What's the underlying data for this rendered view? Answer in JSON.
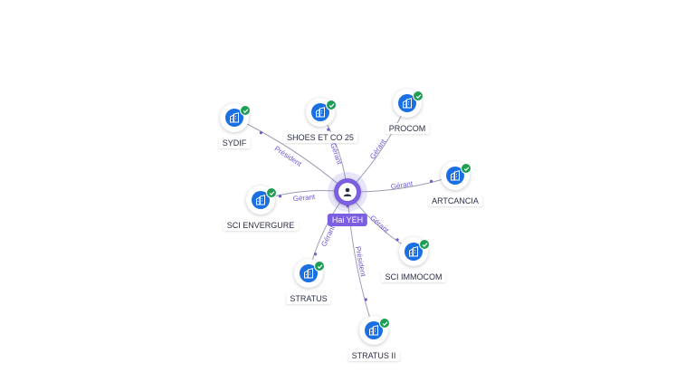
{
  "person": {
    "name": "Hai YEH",
    "icon": "person-icon"
  },
  "companies": [
    {
      "id": "sydif",
      "name": "SYDIF",
      "role": "Président",
      "verified": true
    },
    {
      "id": "shoes",
      "name": "SHOES ET CO 25",
      "role": "Gérant",
      "verified": true
    },
    {
      "id": "procom",
      "name": "PROCOM",
      "role": "Gérant",
      "verified": true
    },
    {
      "id": "artcancia",
      "name": "ARTCANCIA",
      "role": "Gérant",
      "verified": true
    },
    {
      "id": "sci-envergure",
      "name": "SCI ENVERGURE",
      "role": "Gérant",
      "verified": true
    },
    {
      "id": "sci-immocom",
      "name": "SCI IMMOCOM",
      "role": "Gérant",
      "verified": true
    },
    {
      "id": "stratus",
      "name": "STRATUS",
      "role": "Gérant",
      "verified": true
    },
    {
      "id": "stratus-ii",
      "name": "STRATUS II",
      "role": "Président",
      "verified": true
    }
  ],
  "colors": {
    "person": "#7b5fe0",
    "company": "#1a6fe3",
    "verified": "#1f9d55",
    "edge_label": "#6b5bd6"
  },
  "icons": {
    "company": "building-icon",
    "verified": "check-badge-icon"
  }
}
